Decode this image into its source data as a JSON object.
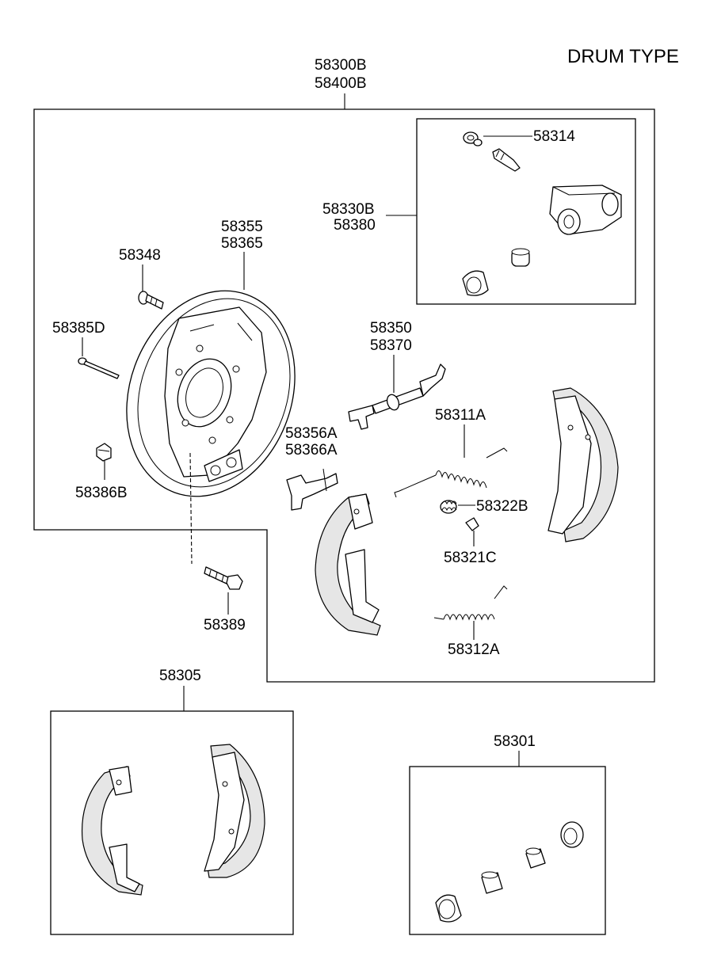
{
  "title": "DRUM TYPE",
  "labels": {
    "assembly_a": "58300B",
    "assembly_b": "58400B",
    "wheel_cyl_a": "58330B",
    "wheel_cyl_b": "58380",
    "bleeder": "58314",
    "backing_plate_a": "58355",
    "backing_plate_b": "58365",
    "bolt_58348": "58348",
    "pin_58385d": "58385D",
    "adjuster_a": "58350",
    "adjuster_b": "58370",
    "spring_upper": "58311A",
    "lever_a": "58356A",
    "lever_b": "58366A",
    "spring_58322b": "58322B",
    "cup_58321c": "58321C",
    "clip_58386b": "58386B",
    "bolt_58389": "58389",
    "spring_lower": "58312A",
    "shoe_kit": "58305",
    "repair_kit": "58301"
  }
}
